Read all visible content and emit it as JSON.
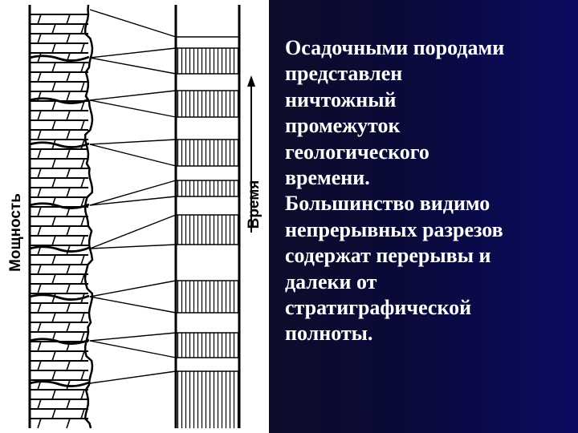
{
  "figure": {
    "axis_thickness_label": "Мощность",
    "axis_time_label": "Время"
  },
  "caption": {
    "lines": [
      "Осадочными породами",
      "представлен",
      "ничтожный",
      "промежуток",
      "геологического",
      "времени.",
      "Большинство видимо",
      "непрерывных разрезов",
      "содержат перерывы и",
      "далеки от",
      "стратиграфической",
      "полноты."
    ]
  },
  "colors": {
    "background_panel": "#0b0b4a",
    "caption_text": "#ffffff",
    "figure_ink": "#000000"
  }
}
